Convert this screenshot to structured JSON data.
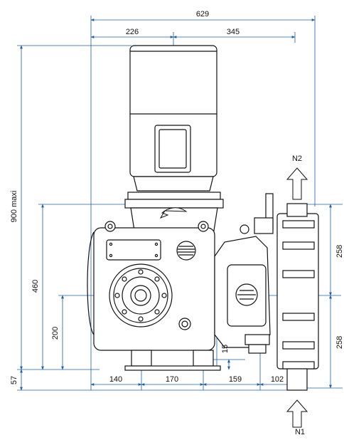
{
  "drawing": {
    "colors": {
      "outline": "#111111",
      "dimension_line": "#1b5fa6",
      "background": "#ffffff"
    },
    "dimensions": {
      "overall_width": "629",
      "left_to_motor_axis": "226",
      "motor_axis_to_right": "345",
      "overall_height": "900 maxi",
      "mid_height": "460",
      "shaft_height": "200",
      "base_height": "57",
      "bottom_small": "15",
      "upper_port_spacing": "258",
      "lower_port_spacing": "258",
      "bottom_seg_1": "140",
      "bottom_seg_2": "170",
      "bottom_seg_3": "159",
      "bottom_seg_4": "102"
    },
    "labels": {
      "outlet": "N2",
      "inlet": "N1"
    }
  }
}
